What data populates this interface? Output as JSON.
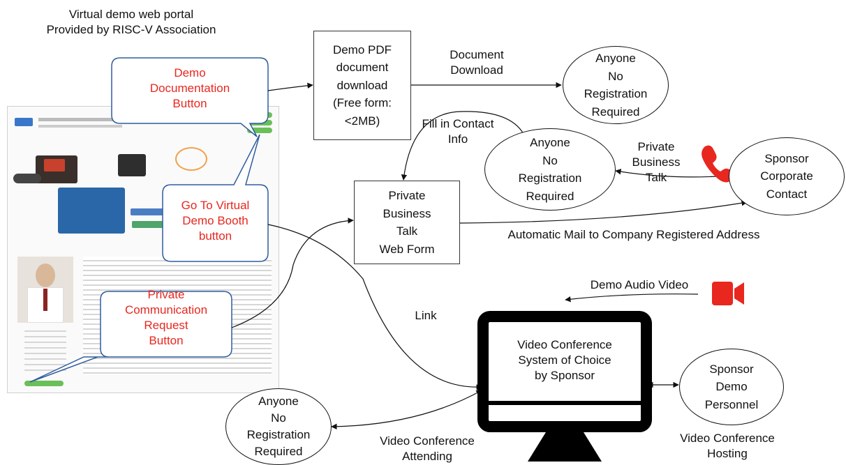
{
  "header": {
    "title": "Virtual demo web portal\nProvided by RISC-V Association"
  },
  "callouts": {
    "documentation": "Demo\nDocumentation\nButton",
    "booth": "Go To Virtual\nDemo Booth\nbutton",
    "communication": "Private\nCommunication\nRequest\nButton"
  },
  "boxes": {
    "pdf": "Demo PDF\ndocument\ndownload\n(Free form:\n<2MB)",
    "webform": "Private\nBusiness\nTalk\nWeb Form"
  },
  "ovals": {
    "anyone_top": "Anyone\nNo\nRegistration\nRequired",
    "anyone_mid": "Anyone\nNo\nRegistration\nRequired",
    "anyone_bottom": "Anyone\nNo\nRegistration\nRequired",
    "sponsor_contact": "Sponsor\nCorporate\nContact",
    "sponsor_personnel": "Sponsor\nDemo\nPersonnel"
  },
  "edge_labels": {
    "document_download": "Document\nDownload",
    "fill_contact": "Fill in Contact\nInfo",
    "private_talk": "Private\nBusiness\nTalk",
    "auto_mail": "Automatic Mail to Company Registered Address",
    "demo_av": "Demo Audio Video",
    "link": "Link",
    "vc_attending": "Video Conference\nAttending",
    "vc_hosting": "Video Conference\nHosting"
  },
  "monitor": {
    "screen_text": "Video Conference\nSystem of Choice\nby Sponsor"
  },
  "icons": {
    "phone": "phone-icon",
    "camera": "video-camera-icon",
    "accent": "#e8271f"
  }
}
